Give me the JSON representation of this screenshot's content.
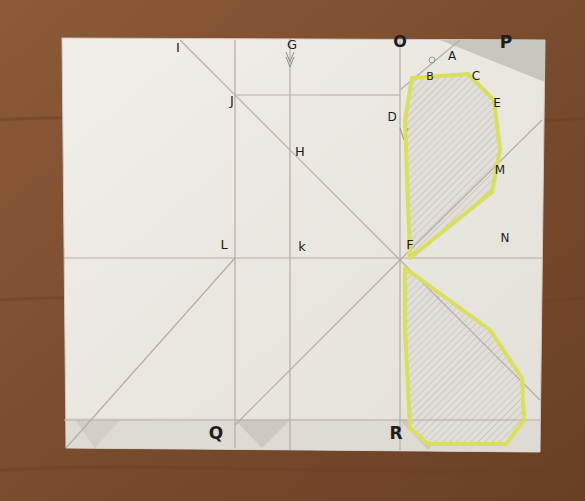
{
  "diagram": {
    "labels": [
      "I",
      "G",
      "O",
      "A",
      "P",
      "B",
      "C",
      "E",
      "J",
      "D",
      "H",
      "M",
      "L",
      "k",
      "F",
      "N",
      "Q",
      "R"
    ]
  }
}
